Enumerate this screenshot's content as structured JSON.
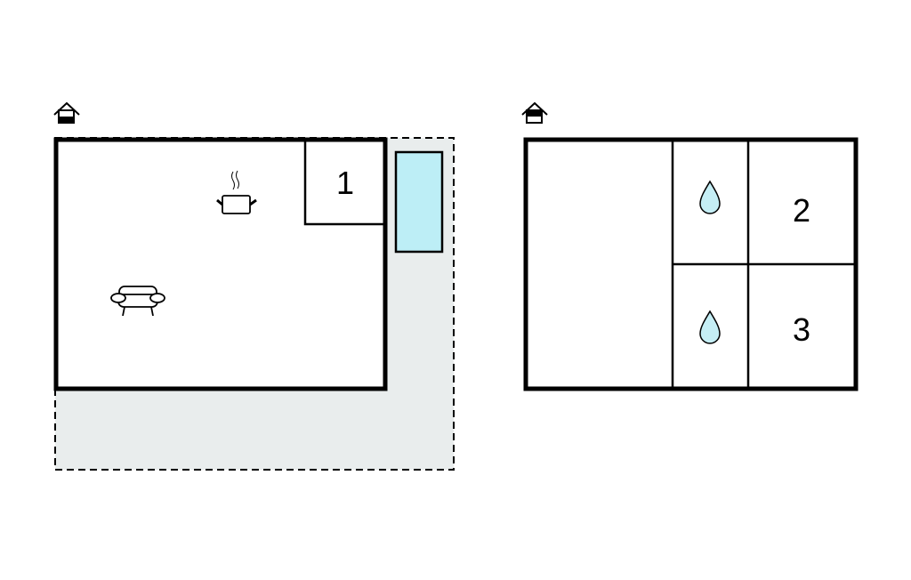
{
  "plans": [
    {
      "floor": "ground",
      "icon": "house-ground-floor-icon",
      "rooms": [
        {
          "label": "1"
        }
      ],
      "fixtures": [
        "kitchen-pot-icon",
        "sofa-icon",
        "pool"
      ]
    },
    {
      "floor": "upper",
      "icon": "house-upper-floor-icon",
      "rooms": [
        {
          "label": "2"
        },
        {
          "label": "3"
        }
      ],
      "fixtures": [
        "water-drop-icon",
        "water-drop-icon"
      ]
    }
  ],
  "colors": {
    "wall": "#000000",
    "terrace": "#e9eded",
    "pool": "#bdeef6",
    "water": "#c5eef5"
  }
}
